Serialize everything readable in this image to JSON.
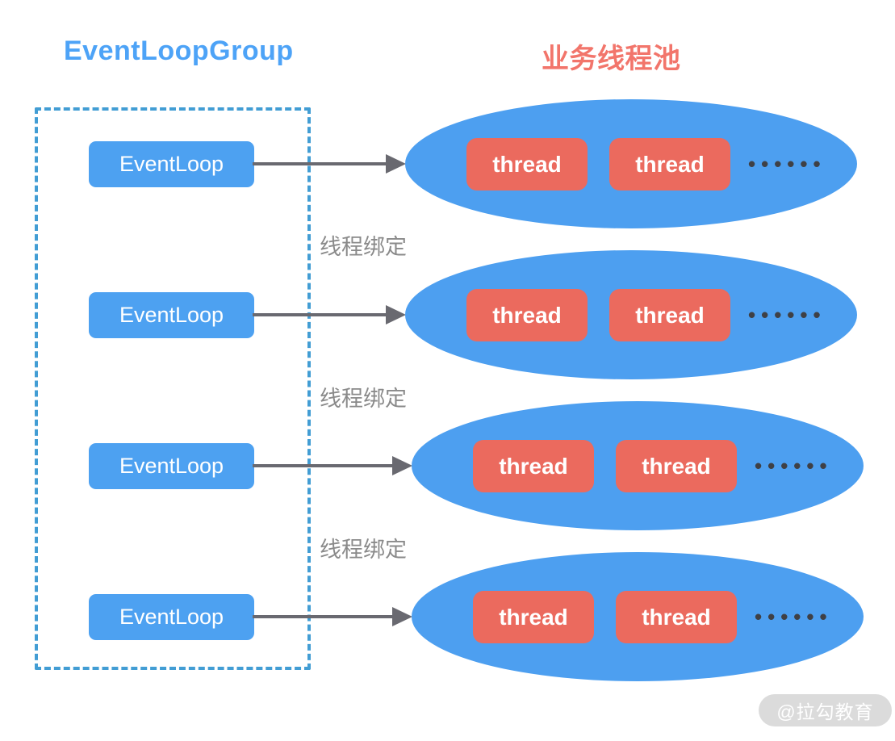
{
  "titles": {
    "left": "EventLoopGroup",
    "right": "业务线程池"
  },
  "rows": [
    {
      "eventloop": "EventLoop",
      "threads": [
        "thread",
        "thread"
      ],
      "ellipsis": "••••••"
    },
    {
      "eventloop": "EventLoop",
      "threads": [
        "thread",
        "thread"
      ],
      "ellipsis": "••••••"
    },
    {
      "eventloop": "EventLoop",
      "threads": [
        "thread",
        "thread"
      ],
      "ellipsis": "••••••"
    },
    {
      "eventloop": "EventLoop",
      "threads": [
        "thread",
        "thread"
      ],
      "ellipsis": "••••••"
    }
  ],
  "binding_labels": [
    "线程绑定",
    "线程绑定",
    "线程绑定"
  ],
  "watermark": "@拉勾教育",
  "colors": {
    "title_blue": "#4da3f7",
    "title_red": "#f2756b",
    "box_blue": "#4da1f1",
    "pool_blue": "#4d9ff0",
    "thread_red": "#eb6a5e",
    "dashed_border": "#429dd4",
    "arrow_gray": "#696970",
    "label_gray": "#8a8a8a"
  }
}
